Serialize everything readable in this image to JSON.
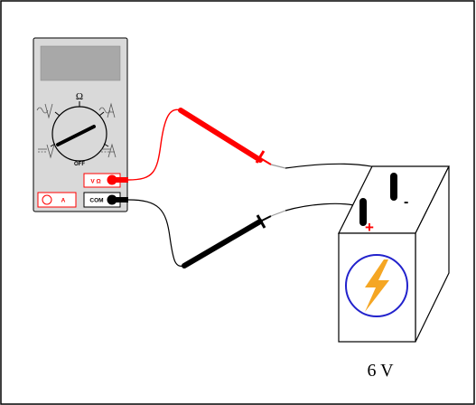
{
  "multimeter": {
    "dial": {
      "ohm_symbol": "Ω",
      "off_label": "OFF"
    },
    "jacks": {
      "volt_ohm_label": "V Ω",
      "amp_label": "A",
      "com_label": "COM"
    },
    "colors": {
      "body": "#d9d9d9",
      "display": "#a8a8a8",
      "jack_red": "#ff0000",
      "jack_black": "#000000"
    }
  },
  "probes": {
    "red_color": "#ff0000",
    "black_color": "#000000"
  },
  "battery": {
    "voltage_label": "6 V",
    "positive_symbol": "+",
    "negative_symbol": "-",
    "emblem_colors": {
      "circle": "#2222cc",
      "bolt": "#f5a623"
    }
  }
}
